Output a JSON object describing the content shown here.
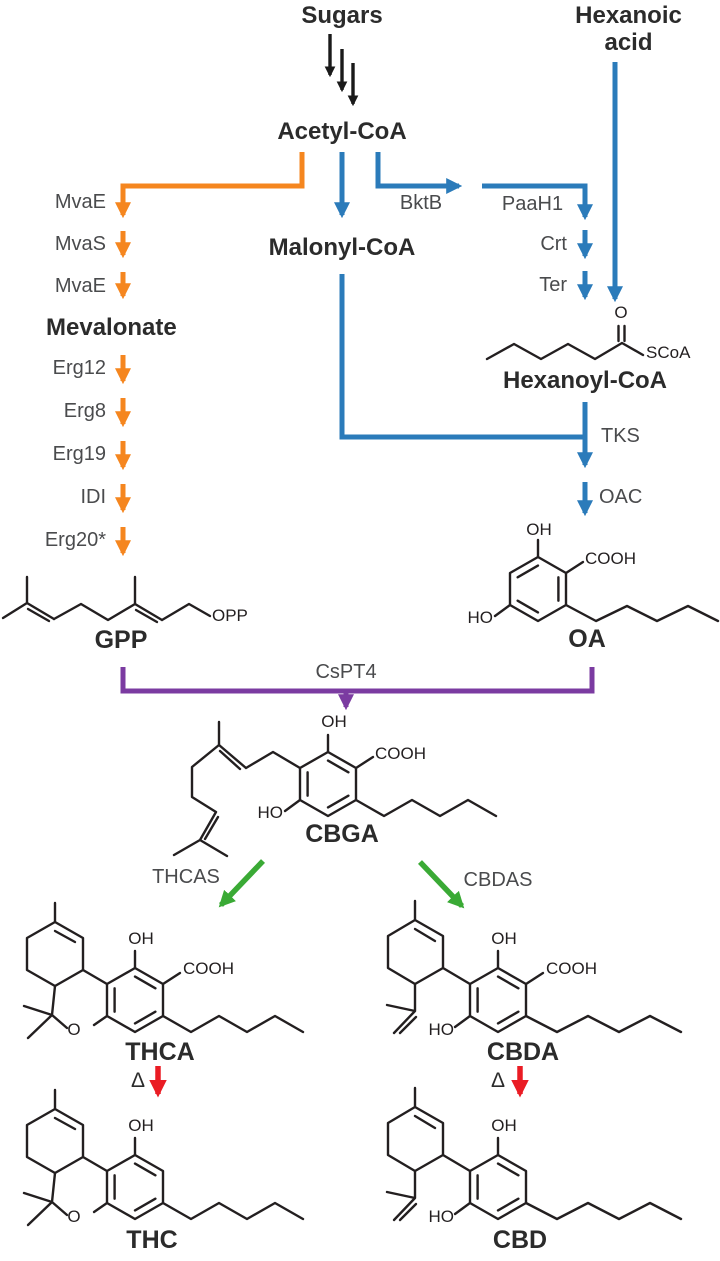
{
  "nodes": {
    "sugars": "Sugars",
    "hexanoic_line1": "Hexanoic",
    "hexanoic_line2": "acid",
    "acetyl_coa": "Acetyl-CoA",
    "malonyl_coa": "Malonyl-CoA",
    "mevalonate": "Mevalonate",
    "hexanoyl_coa": "Hexanoyl-CoA",
    "gpp": "GPP",
    "oa": "OA",
    "cbga": "CBGA",
    "thca": "THCA",
    "cbda": "CBDA",
    "thc": "THC",
    "cbd": "CBD"
  },
  "enzymes": {
    "mvae_1": "MvaE",
    "mvas": "MvaS",
    "mvae_2": "MvaE",
    "erg12": "Erg12",
    "erg8": "Erg8",
    "erg19": "Erg19",
    "idi": "IDI",
    "erg20": "Erg20*",
    "bktb": "BktB",
    "paah1": "PaaH1",
    "crt": "Crt",
    "ter": "Ter",
    "tks": "TKS",
    "oac": "OAC",
    "cspt4": "CsPT4",
    "thcas": "THCAS",
    "cbdas": "CBDAS"
  },
  "symbols": {
    "delta": "Δ"
  },
  "chem_labels": {
    "o": "O",
    "scoa": "SCoA",
    "opp": "OPP",
    "oh": "OH",
    "ho": "HO",
    "cooh": "COOH"
  },
  "colors": {
    "orange_arrow": "#F5861F",
    "blue_arrow": "#2B7BBA",
    "purple_arrow": "#7B3BA1",
    "green_arrow": "#3AAA35",
    "red_arrow": "#EA1C24",
    "black_arrow": "#1A1A1A",
    "structure_stroke": "#231F20",
    "enzyme_text": "#4A4B4D",
    "node_text": "#2B2B2B",
    "background": "#FFFFFF"
  }
}
